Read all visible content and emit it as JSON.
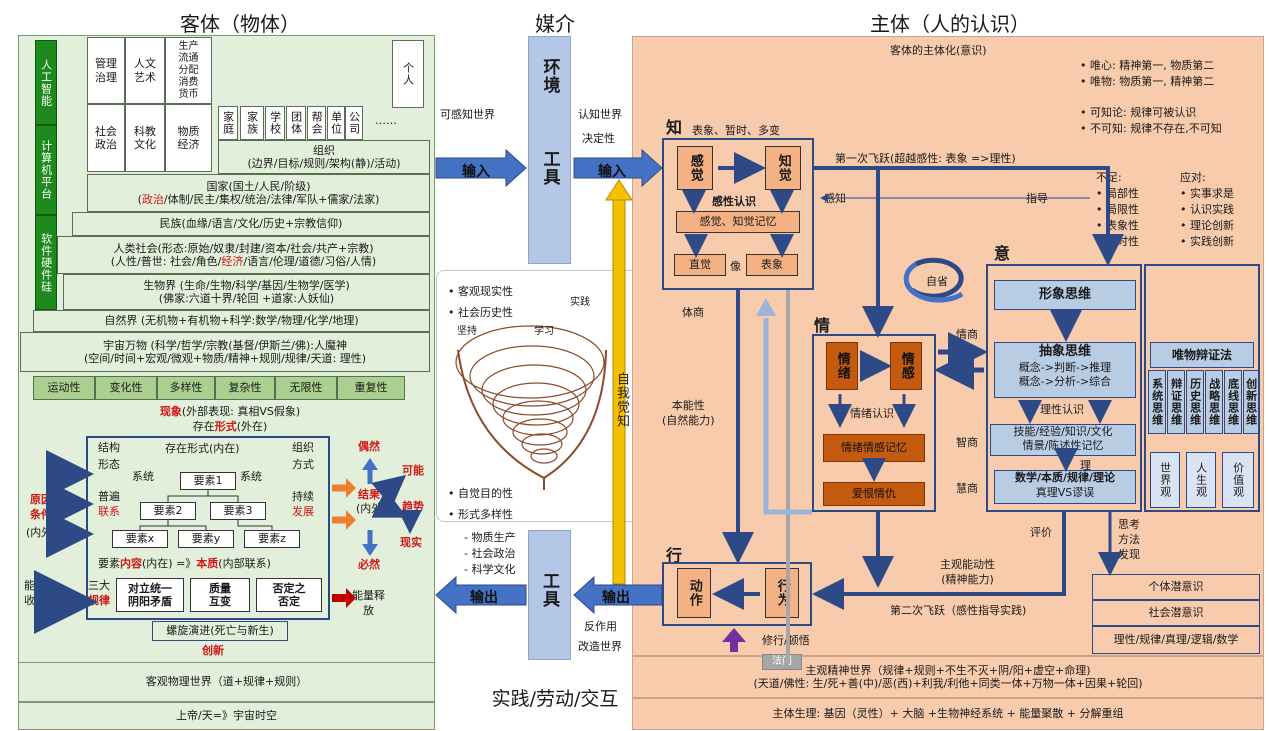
{
  "headers": {
    "object": "客体（物体）",
    "medium": "媒介",
    "subject": "主体（人的认识）",
    "practice": "实践/劳动/交互"
  },
  "left_top": {
    "green_col": [
      "人工智能",
      "计算机平台",
      "软件硬件硅"
    ],
    "fields": [
      [
        "管理",
        "治理"
      ],
      [
        "人文",
        "艺术"
      ],
      [
        "生产",
        "流通",
        "分配",
        "消费",
        "货币"
      ],
      [
        "社会",
        "政治"
      ],
      [
        "科教",
        "文化"
      ],
      [
        "物质",
        "经济"
      ]
    ],
    "person": "个人",
    "org_units": [
      "家庭",
      "家族",
      "学校",
      "团体",
      "帮会",
      "单位",
      "公司"
    ],
    "dots": "……",
    "org_label": "组织",
    "org_desc": "(边界/目标/规则/架构(静)/活动)",
    "country_1": "国家(国土/人民/阶级)",
    "country_2a": "(",
    "country_2red": "政治",
    "country_2b": "/体制/民主/集权/统治/法律/军队+儒家/法家)",
    "nation": "民族(血缘/语言/文化/历史+宗教信仰)",
    "society_1": "人类社会(形态:原始/奴隶/封建/资本/社会/共产+宗教)",
    "society_2a": "(人性/普世: 社会/角色/",
    "society_2red": "经济",
    "society_2b": "/语言/伦理/道德/习俗/人情)",
    "bio_1": "生物界 (生命/生物/科学/基因/生物学/医学)",
    "bio_2": "(佛家:六道十界/轮回  +道家:人妖仙)",
    "nature": "自然界 (无机物+有机物+科学:数学/物理/化学/地理)",
    "cosmos_1": "宇宙万物 (科学/哲学/宗教(基督/伊斯兰/佛):人魔神",
    "cosmos_2": "(空间/时间+宏观/微观+物质/精神+规则/规律/天道: 理性)",
    "props": [
      "运动性",
      "变化性",
      "多样性",
      "复杂性",
      "无限性",
      "重复性"
    ]
  },
  "left_bottom": {
    "phenom_red": "现象",
    "phenom_rest": "(外部表现: 真相VS假象)",
    "form_a": "存在",
    "form_red": "形式",
    "form_b": "(外在)",
    "structure": "结构\n形态",
    "exist_form": "存在形式(内在)",
    "org_mode": "组织\n方式",
    "system": "系统",
    "system2": "系统",
    "elem1": "要素1",
    "elem2": "要素2",
    "elem3": "要素3",
    "elemx": "要素x",
    "elemy": "要素y",
    "elemz": "要素z",
    "universal": "普遍",
    "link_red": "联系",
    "sustain": "持续",
    "develop_red": "发展",
    "cause": "原因\n条件",
    "cause_sub": "(内外)",
    "result": "结果",
    "result_sub": "(内外)",
    "accidental": "偶然",
    "possible": "可能",
    "trend": "趋势",
    "necessary": "必然",
    "reality": "现实",
    "essence_a": "要素",
    "essence_red1": "内容",
    "essence_b": "(内在) =》",
    "essence_red2": "本质",
    "essence_c": "(内部联系)",
    "energy_in": "能量吸\n收",
    "three_laws_a": "三大",
    "three_laws_red": "规律",
    "law1": "对立统一\n阴阳矛盾",
    "law2": "质量\n互变",
    "law3": "否定之\n否定",
    "energy_out": "能量释\n放",
    "spiral": "螺旋演进(死亡与新生)",
    "innovation": "创新",
    "physical_world": "客观物理世界（道+规律+规则）",
    "god": "上帝/天=》宇宙时空"
  },
  "middle": {
    "perceivable": "可感知世界",
    "input1": "输入",
    "env_tool_1": "环境",
    "env_tool_2": "工具",
    "cognize": "认知世界",
    "decisive": "决定性",
    "input2": "输入",
    "self_aware": "自我觉知",
    "bullets_top": [
      "客观现实性",
      "社会历史性"
    ],
    "bullets_bottom": [
      "自觉目的性",
      "形式多样性"
    ],
    "spiral_labels": [
      "实践",
      "坚持",
      "学习"
    ],
    "output_items": [
      "物质生产",
      "社会政治",
      "科学文化"
    ],
    "output1": "输出",
    "tool": "工具",
    "output2": "输出",
    "react": "反作用",
    "transform": "改造世界"
  },
  "right": {
    "subjectify": "客体的主体化(意识)",
    "idealism": "唯心: 精神第一, 物质第二",
    "materialism": "唯物: 物质第一, 精神第二",
    "knowable": "可知论: 规律可被认识",
    "unknowable": "不可知: 规律不存在,不可知",
    "zhi": "知",
    "zhi_sub": "表象、暂时、多变",
    "sense": "感觉",
    "perception": "知觉",
    "perceptual_cog": "感性认识",
    "memory": "感觉、知觉记忆",
    "intuition": "直觉",
    "image_word": "像",
    "representation": "表象",
    "leap1": "第一次飞跃(超越感性: 表象 =>理性)",
    "perceive_label": "感知",
    "guide_label": "指导",
    "lack_title": "不足:",
    "lacks": [
      "局部性",
      "局限性",
      "表象性",
      "过时性"
    ],
    "response_title": "应对:",
    "responses": [
      "实事求是",
      "认识实践",
      "理论创新",
      "实践创新"
    ],
    "yi": "意",
    "introspect": "自省",
    "image_think": "形象思维",
    "abstract_think": "抽象思维",
    "abstract_1": "概念->判断->推理",
    "abstract_2": "概念->分析->综合",
    "rational_cog": "理性认识",
    "skill_1": "技能/经验/知识/文化",
    "skill_2": "情景/陈述性记忆",
    "li": "理",
    "math_1": "数学/本质/规律/理论",
    "math_2": "真理VS谬误",
    "dialectic_title": "唯物辩证法",
    "dialectic_cols": [
      "系统思维",
      "辩证思维",
      "历史思维",
      "战略思维",
      "底线思维",
      "创新思维"
    ],
    "views": [
      "世界观",
      "人生观",
      "价值观"
    ],
    "qing": "情",
    "emotion": "情绪",
    "feeling": "情感",
    "emotion_cog": "情绪认识",
    "emotion_memory": "情绪情感记忆",
    "love_hate": "爱恨情仇",
    "body_iq": "体商",
    "instinct": "本能性\n(自然能力)",
    "eq": "情商",
    "iq": "智商",
    "wisdom_q": "慧商",
    "evaluate": "评价",
    "think_method": "思考\n方法\n发现",
    "subjective": "主观能动性\n(精神能力)",
    "xing": "行",
    "action": "动作",
    "conduct": "行为",
    "leap2": "第二次飞跃（感性指导实践)",
    "cultivate": "修行/顿悟",
    "dharma": "法门",
    "unconscious": [
      "个体潜意识",
      "社会潜意识",
      "理性/规律/真理/逻辑/数学"
    ],
    "spirit_1": "主观精神世界（规律+规则+不生不灭+阴/阳+虚空+命理)",
    "spirit_2": "(天道/佛性: 生/死+善(中)/恶(西)+利我/利他+同类一体+万物一体+因果+轮回)",
    "physiology": "主体生理: 基因（灵性）+ 大脑 +生物神经系统 + 能量聚散 + 分解重组"
  },
  "colors": {
    "green": "#e2efda",
    "darkgreen": "#1e8a1e",
    "peach": "#f8cbad",
    "lightblue": "#b4c7e7",
    "navy": "#2e4a86",
    "orange": "#c55a11",
    "gold": "#f0b400"
  }
}
